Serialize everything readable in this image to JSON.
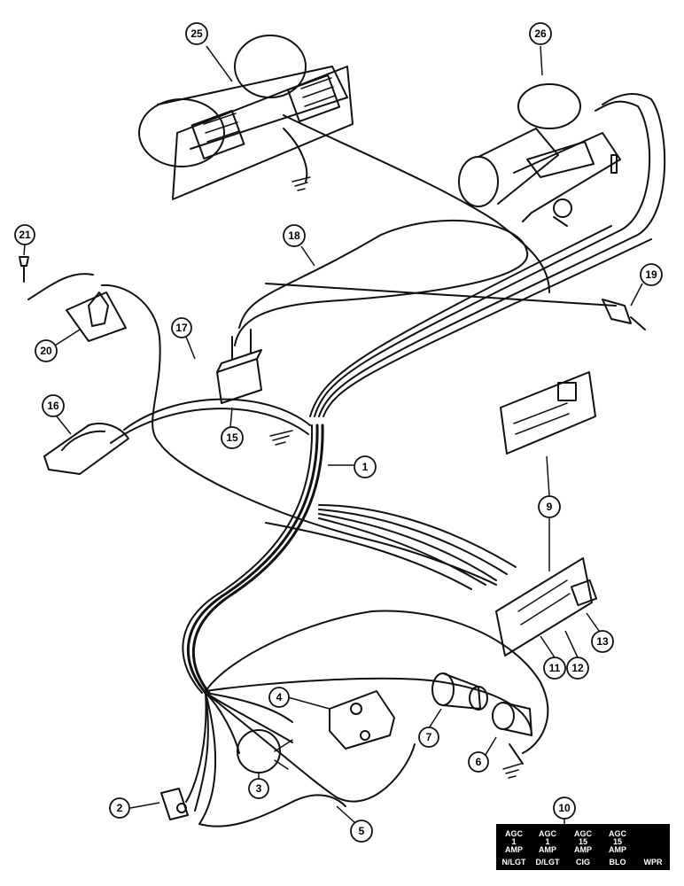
{
  "callouts": [
    {
      "id": "1"
    },
    {
      "id": "2"
    },
    {
      "id": "3"
    },
    {
      "id": "4"
    },
    {
      "id": "5"
    },
    {
      "id": "6"
    },
    {
      "id": "7"
    },
    {
      "id": "9"
    },
    {
      "id": "10"
    },
    {
      "id": "11"
    },
    {
      "id": "12"
    },
    {
      "id": "13"
    },
    {
      "id": "15"
    },
    {
      "id": "16"
    },
    {
      "id": "17"
    },
    {
      "id": "18"
    },
    {
      "id": "19"
    },
    {
      "id": "20"
    },
    {
      "id": "21"
    },
    {
      "id": "25"
    },
    {
      "id": "26"
    }
  ],
  "fuse_legend": {
    "columns": [
      {
        "rating": "AGC",
        "value": "1",
        "unit": "AMP",
        "label": "N/LGT"
      },
      {
        "rating": "AGC",
        "value": "1",
        "unit": "AMP",
        "label": "D/LGT"
      },
      {
        "rating": "AGC",
        "value": "15",
        "unit": "AMP",
        "label": "CIG"
      },
      {
        "rating": "AGC",
        "value": "15",
        "unit": "AMP",
        "label": "BLO"
      },
      {
        "rating": "",
        "value": "",
        "unit": "",
        "label": "WPR"
      }
    ]
  },
  "colors": {
    "line": "#111111",
    "background": "#ffffff",
    "legend_bg": "#000000"
  }
}
